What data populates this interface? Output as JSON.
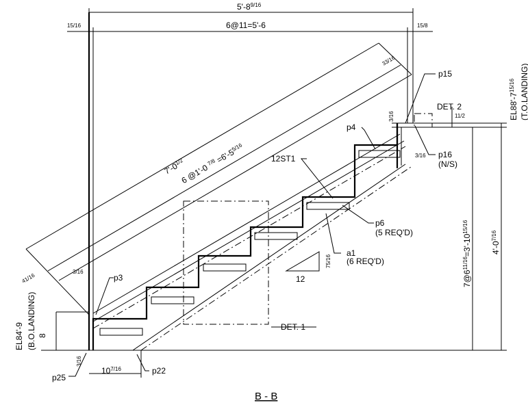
{
  "view_title": "B - B",
  "dimensions": {
    "overall_width": {
      "main": "5'-8",
      "frac": "9/16"
    },
    "inner_width": "6@11=5'-6",
    "left_offset": "15/16",
    "right_offset": "15/8",
    "diag_length": {
      "main": "7'-0",
      "frac": "1/2"
    },
    "diag_run": {
      "a": "6 @1'-0 ",
      "f1": "7/8",
      "b": " =6'-5",
      "f2": "5/16"
    },
    "top_extension": "33/16",
    "bottom_extension": "41/16",
    "stringer_gap": "3/16",
    "weld_top": "3/16",
    "weld_right": "3/16",
    "landing_depth": "11/2",
    "rise_total": {
      "a": "7@6",
      "f1": "11/16",
      "b": "=3'-10",
      "f2": "15/16"
    },
    "height_total": {
      "main": "4'-0",
      "frac": "7/16"
    },
    "first_rise": "8",
    "bottom_weld": "3/16",
    "bottom_run": {
      "main": "10",
      "frac": "7/16"
    },
    "slope_rise": "75/16",
    "slope_run": "12"
  },
  "elevations": {
    "top_el": {
      "main": "EL88'-7",
      "frac": "15/16"
    },
    "top_label": "(T.O.LANDING)",
    "bottom_el": "EL84'-9",
    "bottom_label": "(B.O.LANDING)"
  },
  "callouts": {
    "p15": "p15",
    "p16": "p16",
    "p16_note": "(N/S)",
    "p4": "p4",
    "p3": "p3",
    "p6": "p6",
    "p6_note": "(5 REQ'D)",
    "a1": "a1",
    "a1_note": "(6 REQ'D)",
    "stringer": "12ST1",
    "p25": "p25",
    "p22": "p22",
    "det1": "DET. 1",
    "det2": "DET. 2"
  }
}
